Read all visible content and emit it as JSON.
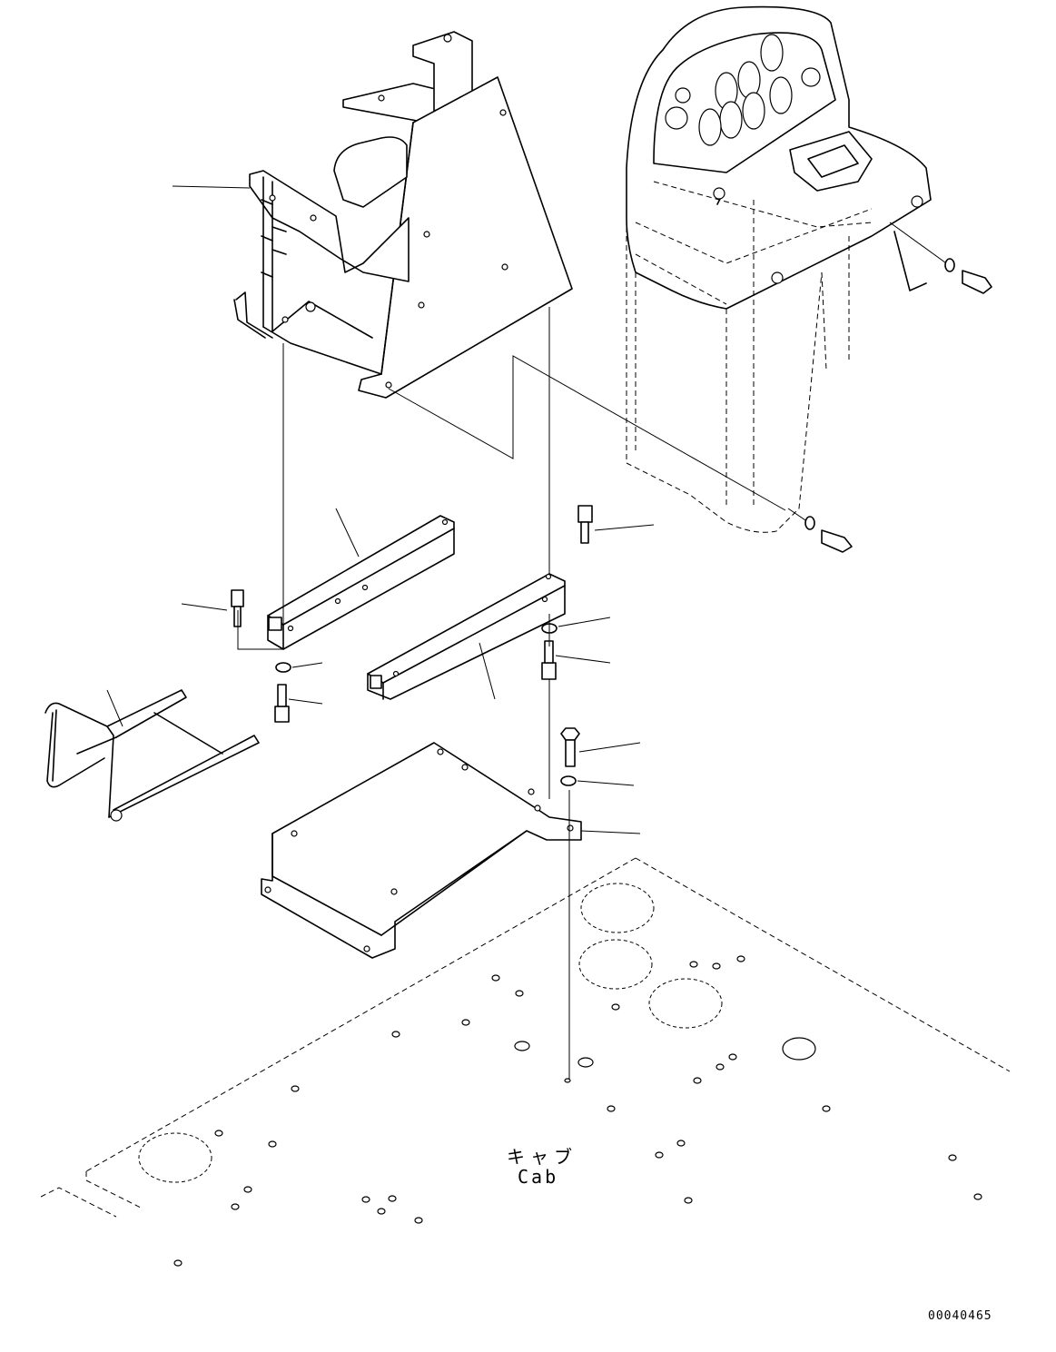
{
  "diagram": {
    "location_label_jp": "キャブ",
    "location_label_en": "Cab",
    "drawing_number": "00040465"
  }
}
